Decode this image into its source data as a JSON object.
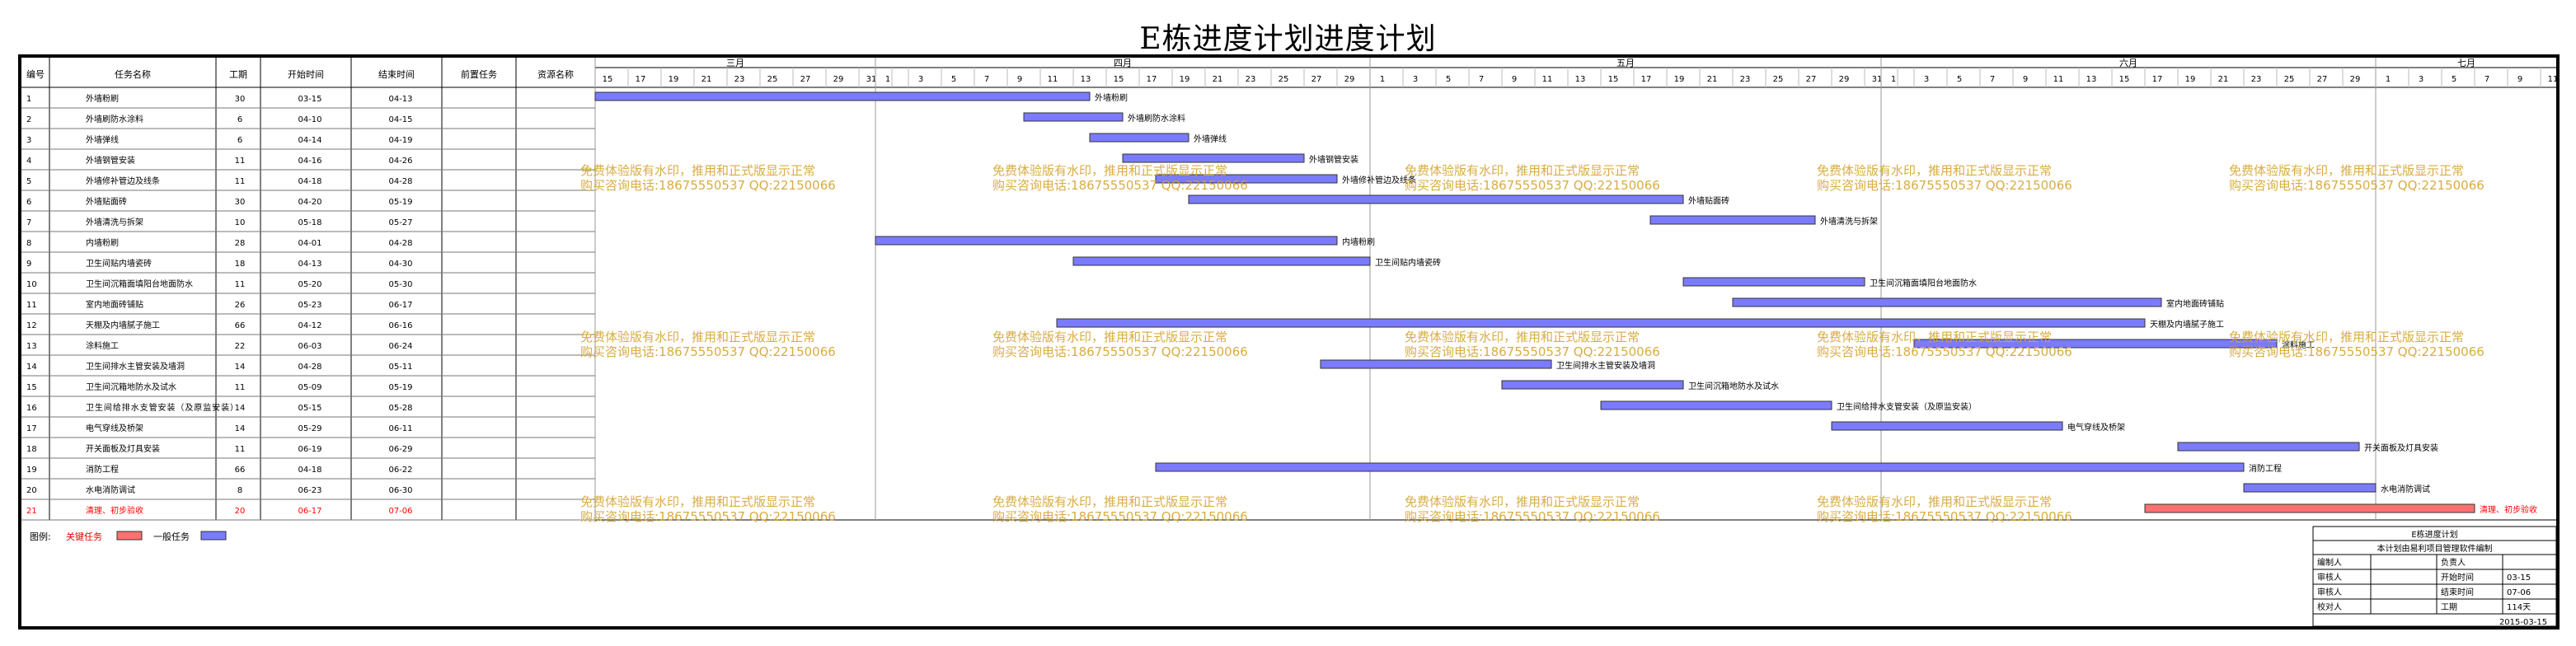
{
  "title": "E栋进度计划进度计划",
  "columns": {
    "id": "编号",
    "name": "任务名称",
    "dur": "工期",
    "start": "开始时间",
    "end": "结束时间",
    "wbs": "前置任务",
    "res": "资源名称"
  },
  "months": [
    "三月",
    "四月",
    "五月",
    "六月",
    "七月"
  ],
  "day_ticks": [
    [
      "15",
      "17",
      "19",
      "21",
      "23",
      "25",
      "27",
      "29",
      "31"
    ],
    [
      "1",
      "3",
      "5",
      "7",
      "9",
      "11",
      "13",
      "15",
      "17",
      "19",
      "21",
      "23",
      "25",
      "27",
      "29"
    ],
    [
      "1",
      "3",
      "5",
      "7",
      "9",
      "11",
      "13",
      "15",
      "17",
      "19",
      "21",
      "23",
      "25",
      "27",
      "29",
      "31"
    ],
    [
      "1",
      "3",
      "5",
      "7",
      "9",
      "11",
      "13",
      "15",
      "17",
      "19",
      "21",
      "23",
      "25",
      "27",
      "29"
    ],
    [
      "1",
      "3",
      "5",
      "7",
      "9",
      "11"
    ]
  ],
  "tasks": [
    {
      "id": "1",
      "name": "外墙粉刷",
      "dur": "30",
      "start": "03-15",
      "end": "04-13",
      "critical": false,
      "s": 0,
      "e": 29
    },
    {
      "id": "2",
      "name": "外墙刷防水涂料",
      "dur": "6",
      "start": "04-10",
      "end": "04-15",
      "critical": false,
      "s": 26,
      "e": 31
    },
    {
      "id": "3",
      "name": "外墙弹线",
      "dur": "6",
      "start": "04-14",
      "end": "04-19",
      "critical": false,
      "s": 30,
      "e": 35
    },
    {
      "id": "4",
      "name": "外墙钢管安装",
      "dur": "11",
      "start": "04-16",
      "end": "04-26",
      "critical": false,
      "s": 32,
      "e": 42
    },
    {
      "id": "5",
      "name": "外墙修补管边及线条",
      "dur": "11",
      "start": "04-18",
      "end": "04-28",
      "critical": false,
      "s": 34,
      "e": 44
    },
    {
      "id": "6",
      "name": "外墙贴面砖",
      "dur": "30",
      "start": "04-20",
      "end": "05-19",
      "critical": false,
      "s": 36,
      "e": 65
    },
    {
      "id": "7",
      "name": "外墙清洗与拆架",
      "dur": "10",
      "start": "05-18",
      "end": "05-27",
      "critical": false,
      "s": 64,
      "e": 73
    },
    {
      "id": "8",
      "name": "内墙粉刷",
      "dur": "28",
      "start": "04-01",
      "end": "04-28",
      "critical": false,
      "s": 17,
      "e": 44
    },
    {
      "id": "9",
      "name": "卫生间贴内墙瓷砖",
      "dur": "18",
      "start": "04-13",
      "end": "04-30",
      "critical": false,
      "s": 29,
      "e": 46
    },
    {
      "id": "10",
      "name": "卫生间沉箱面填阳台地面防水",
      "dur": "11",
      "start": "05-20",
      "end": "05-30",
      "critical": false,
      "s": 66,
      "e": 76
    },
    {
      "id": "11",
      "name": "室内地面砖铺贴",
      "dur": "26",
      "start": "05-23",
      "end": "06-17",
      "critical": false,
      "s": 69,
      "e": 94
    },
    {
      "id": "12",
      "name": "天棚及内墙腻子施工",
      "dur": "66",
      "start": "04-12",
      "end": "06-16",
      "critical": false,
      "s": 28,
      "e": 93
    },
    {
      "id": "13",
      "name": "涂料施工",
      "dur": "22",
      "start": "06-03",
      "end": "06-24",
      "critical": false,
      "s": 80,
      "e": 101
    },
    {
      "id": "14",
      "name": "卫生间排水主管安装及墙洞",
      "dur": "14",
      "start": "04-28",
      "end": "05-11",
      "critical": false,
      "s": 44,
      "e": 57
    },
    {
      "id": "15",
      "name": "卫生间沉箱地防水及试水",
      "dur": "11",
      "start": "05-09",
      "end": "05-19",
      "critical": false,
      "s": 55,
      "e": 65
    },
    {
      "id": "16",
      "name": "卫生间给排水支管安装（及原监安装）",
      "dur": "14",
      "start": "05-15",
      "end": "05-28",
      "critical": false,
      "s": 61,
      "e": 74
    },
    {
      "id": "17",
      "name": "电气穿线及桥架",
      "dur": "14",
      "start": "05-29",
      "end": "06-11",
      "critical": false,
      "s": 75,
      "e": 88
    },
    {
      "id": "18",
      "name": "开关面板及灯具安装",
      "dur": "11",
      "start": "06-19",
      "end": "06-29",
      "critical": false,
      "s": 96,
      "e": 106
    },
    {
      "id": "19",
      "name": "消防工程",
      "dur": "66",
      "start": "04-18",
      "end": "06-22",
      "critical": false,
      "s": 34,
      "e": 99
    },
    {
      "id": "20",
      "name": "水电消防调试",
      "dur": "8",
      "start": "06-23",
      "end": "06-30",
      "critical": false,
      "s": 100,
      "e": 107
    },
    {
      "id": "21",
      "name": "清理、初步验收",
      "dur": "20",
      "start": "06-17",
      "end": "07-06",
      "critical": true,
      "s": 94,
      "e": 113
    }
  ],
  "legend": {
    "label": "图例:",
    "critical": "关键任务",
    "normal": "一般任务"
  },
  "info": {
    "title": "E栋进度计划",
    "subtitle": "本计划由易利项目管理软件编制",
    "rows": [
      [
        "编制人",
        "",
        "负责人",
        ""
      ],
      [
        "审核人",
        "",
        "开始时间",
        "03-15"
      ],
      [
        "审核人",
        "",
        "结束时间",
        "07-06"
      ],
      [
        "校对人",
        "",
        "工期",
        "114天"
      ]
    ],
    "date": "2015-03-15"
  },
  "watermark": {
    "line1": "免费体验版有水印，推用和正式版显示正常",
    "line2": "购买咨询电话:18675550537 QQ:22150066"
  },
  "colors": {
    "normal": "#7b7bff",
    "critical": "#ff7070",
    "watermark": "#d4a42f",
    "critical_text": "#ff0000"
  }
}
